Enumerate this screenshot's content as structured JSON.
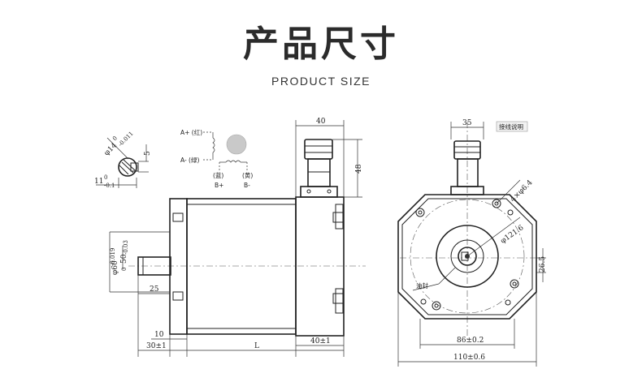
{
  "header": {
    "title": "产品尺寸",
    "subtitle": "PRODUCT SIZE"
  },
  "shaft_detail": {
    "dia_label": "φ14",
    "dia_tol": "-0.011",
    "dia_tol_upper": "0",
    "key_label": "5",
    "flat_label": "11",
    "flat_tol_upper": "0",
    "flat_tol": "-0.1"
  },
  "wiring": {
    "a_plus": "A+ (红)",
    "a_minus": "A- (绿)",
    "b_plus_color": "(蓝)",
    "b_minus_color": "(黄)",
    "b_plus": "B+",
    "b_minus": "B-"
  },
  "side_view": {
    "connector_width": "40",
    "connector_height": "48",
    "shaft_dia": "φ60",
    "shaft_tol_upper": "0",
    "shaft_tol": "-0.019",
    "shaft_key": "50",
    "shaft_key_tol": "-0.03",
    "shaft_len": "25",
    "flange_thk": "10",
    "pilot_len": "30±1",
    "body_len": "L",
    "rear_len": "40±1"
  },
  "front_view": {
    "connector_width": "35",
    "label_box": "接线说明",
    "hole_dia": "4×φ6.4",
    "bolt_circle": "φ121.6",
    "oil_seal": "油封",
    "center_offset": "26.5",
    "hole_spacing": "86±0.2",
    "body_width": "110±0.6"
  }
}
